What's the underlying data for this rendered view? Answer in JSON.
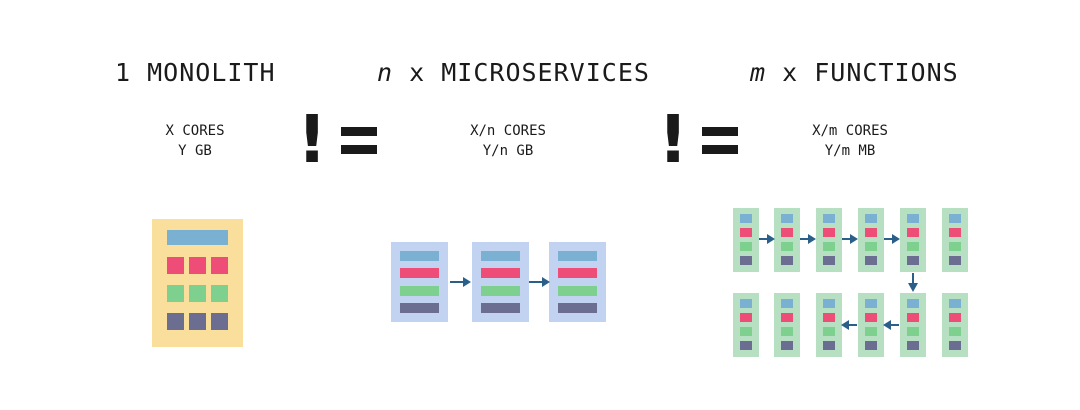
{
  "sections": {
    "monolith": {
      "count": "1",
      "title": "MONOLITH",
      "cores": "X CORES",
      "memory": "Y GB"
    },
    "microservices": {
      "count": "n",
      "times": "x",
      "title": "MICROSERVICES",
      "cores": "X/n CORES",
      "memory": "Y/n GB"
    },
    "functions": {
      "count": "m",
      "times": "x",
      "title": "FUNCTIONS",
      "cores": "X/m CORES",
      "memory": "Y/m MB"
    }
  },
  "separator": {
    "bang": "!"
  },
  "colors": {
    "monolith_bg": "#f9df9b",
    "service_bg": "#c2d3f1",
    "function_bg": "#b7e0c2",
    "bar_blue": "#7ab1d2",
    "bar_pink": "#ee4d77",
    "bar_green": "#7ed08e",
    "bar_slate": "#6b6e90",
    "arrow": "#2a5f8a"
  }
}
